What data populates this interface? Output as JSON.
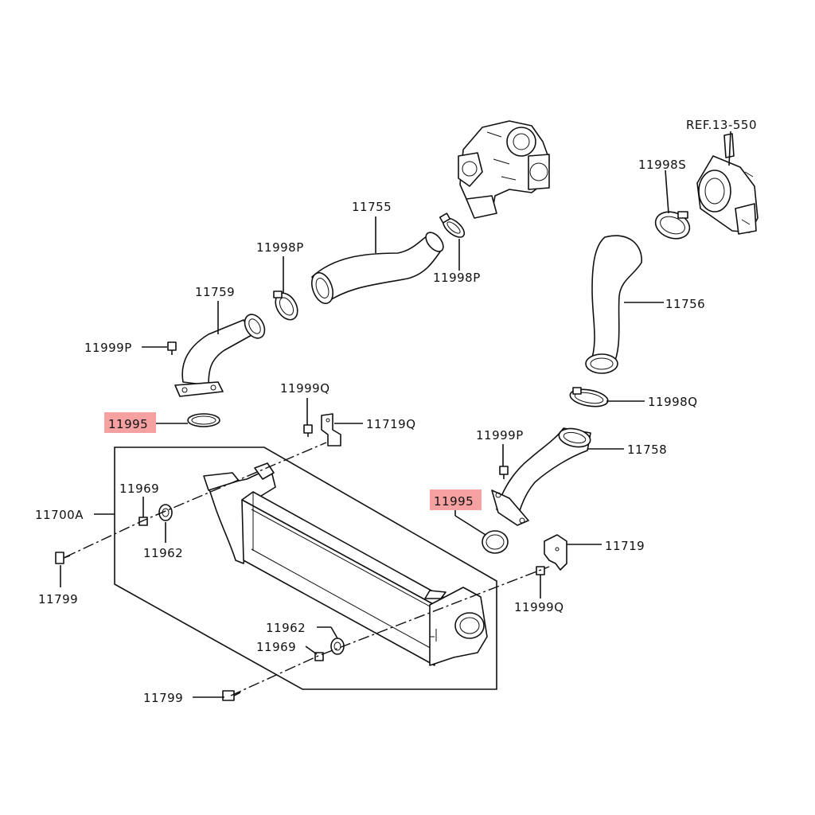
{
  "callouts": {
    "ref_13_550": "REF.13-550",
    "p11998s": "11998S",
    "p11755": "11755",
    "p11998p_top": "11998P",
    "p11998p_mid": "11998P",
    "p11759": "11759",
    "p11999p_left": "11999P",
    "p11756": "11756",
    "p11998q": "11998Q",
    "p11999q_top": "11999Q",
    "p11719q": "11719Q",
    "p11995_left": "11995",
    "p11999p_right": "11999P",
    "p11758": "11758",
    "p11995_right": "11995",
    "p11700a": "11700A",
    "p11969_left": "11969",
    "p11962_left": "11962",
    "p11719": "11719",
    "p11999q_bottom": "11999Q",
    "p11799_left": "11799",
    "p11962_bottom": "11962",
    "p11969_bottom": "11969",
    "p11799_bottom": "11799"
  },
  "highlight_color": "#f6a1a1",
  "highlighted_parts": [
    "11995"
  ]
}
